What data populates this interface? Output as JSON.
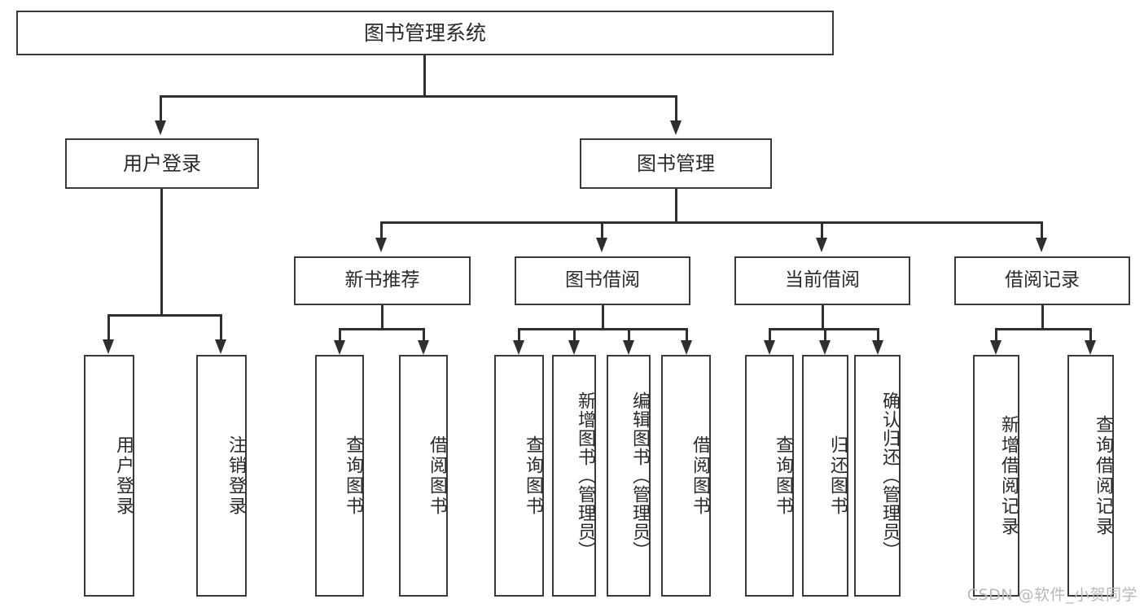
{
  "diagram": {
    "title": "图书管理系统",
    "type": "tree-hierarchy",
    "watermark": "CSDN @软件_小贺同学",
    "root": {
      "label": "图书管理系统"
    },
    "level2": [
      {
        "label": "用户登录"
      },
      {
        "label": "图书管理"
      }
    ],
    "level3": [
      {
        "label": "新书推荐"
      },
      {
        "label": "图书借阅"
      },
      {
        "label": "当前借阅"
      },
      {
        "label": "借阅记录"
      }
    ],
    "leaves": {
      "user_login": [
        {
          "label": "用户登录"
        },
        {
          "label": "注销登录"
        }
      ],
      "new_book_recommend": [
        {
          "label": "查询图书"
        },
        {
          "label": "借阅图书"
        }
      ],
      "book_borrow": [
        {
          "label": "查询图书"
        },
        {
          "label": "新增图书（管理员）"
        },
        {
          "label": "编辑图书（管理员）"
        },
        {
          "label": "借阅图书"
        }
      ],
      "current_borrow": [
        {
          "label": "查询图书"
        },
        {
          "label": "归还图书"
        },
        {
          "label": "确认归还（管理员）"
        }
      ],
      "borrow_record": [
        {
          "label": "新增借阅记录"
        },
        {
          "label": "查询借阅记录"
        }
      ]
    }
  },
  "colors": {
    "box_border": "#3a3a3a",
    "line": "#2f2f2f",
    "text": "#2a2a2a",
    "background": "#ffffff",
    "watermark": "#b9b9b9"
  }
}
